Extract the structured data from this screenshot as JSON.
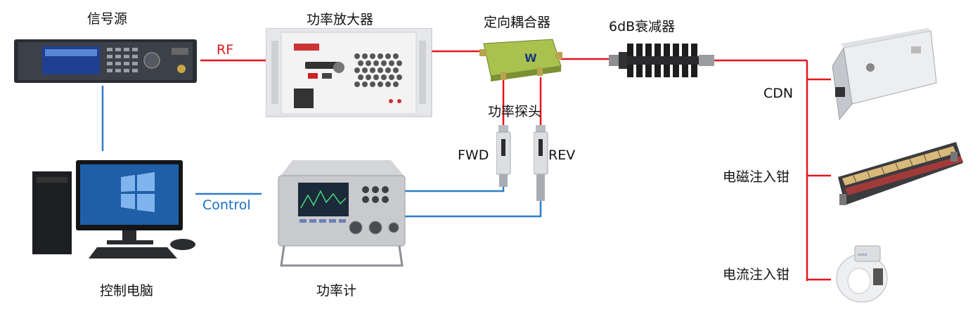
{
  "labels": {
    "signal_source": "信号源",
    "power_amplifier": "功率放大器",
    "directional_coupler": "定向耦合器",
    "attenuator": "6dB衰减器",
    "power_probe": "功率探头",
    "fwd": "FWD",
    "rev": "REV",
    "rf": "RF",
    "control": "Control",
    "control_pc": "控制电脑",
    "power_meter": "功率计",
    "cdn": "CDN",
    "em_clamp": "电磁注入钳",
    "current_clamp": "电流注入钳"
  },
  "coupler_logo": "W",
  "colors": {
    "rf_line": "#e8141c",
    "control_line": "#2e7dc8",
    "text": "#111111"
  }
}
